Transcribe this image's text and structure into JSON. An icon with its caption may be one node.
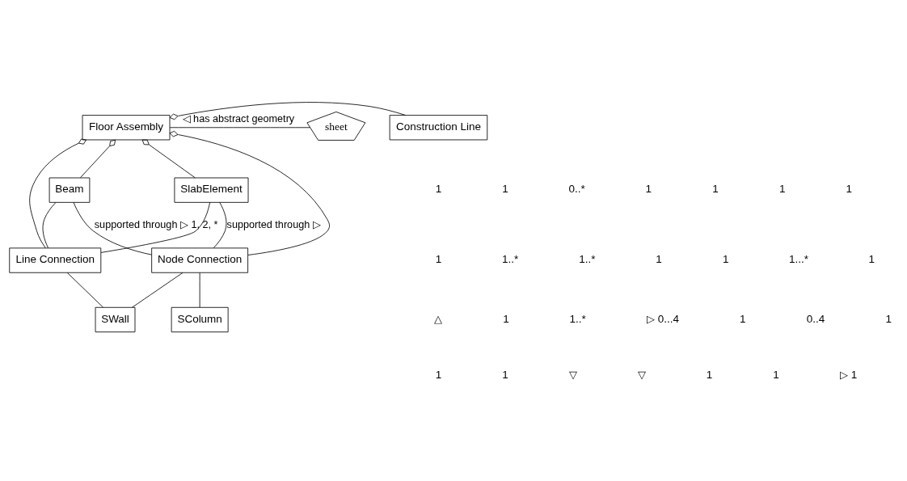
{
  "diagram": {
    "nodes": [
      {
        "text": [
          "Floor Assembly"
        ]
      },
      {
        "text": [
          "Construction Line"
        ]
      },
      {
        "text": [
          "sheet"
        ]
      },
      {
        "text": [
          "SlabElement"
        ]
      },
      {
        "text": [
          "Beam"
        ]
      },
      {
        "text": [
          "Line Connection"
        ]
      },
      {
        "text": [
          "Node Connection"
        ]
      },
      {
        "text": [
          "SWall"
        ]
      },
      {
        "text": [
          "SColumn"
        ]
      }
    ],
    "edges": [
      {
        "from": 0,
        "to": 2,
        "arrow": "none",
        "label": "◁ has abstract geometry"
      },
      {
        "from": 0,
        "to": 1,
        "arrow": "other"
      },
      {
        "from": 0,
        "to": 3,
        "arrow": "other"
      },
      {
        "from": 0,
        "to": 5,
        "arrow": "other"
      },
      {
        "from": 0,
        "to": 4,
        "arrow": "other"
      },
      {
        "from": 0,
        "to": 6,
        "arrow": "other"
      },
      {
        "from": 3,
        "to": 5,
        "arrow": "none"
      },
      {
        "from": 4,
        "to": 5,
        "arrow": "none"
      },
      {
        "from": 4,
        "to": 6,
        "arrow": "none",
        "label": "supported through ▷ 1, 2, *"
      },
      {
        "from": 6,
        "to": 7,
        "arrow": "none"
      },
      {
        "from": 6,
        "to": 8,
        "arrow": "none"
      },
      {
        "from": 5,
        "to": 7,
        "arrow": "none"
      },
      {
        "from": 3,
        "to": 6,
        "arrow": "none",
        "label": "supported through ▷"
      }
    ],
    "labels": [
      "1",
      "1",
      "0..*",
      "1",
      "1",
      "1",
      "1",
      "1",
      "1..*",
      "1..*",
      "1",
      "1",
      "1...*",
      "1",
      "△",
      "1",
      "1..*",
      "▷ 0...4",
      "1",
      "0..4",
      "1",
      "1",
      "1",
      "▽",
      "▽",
      "1",
      "1",
      "▷ 1"
    ]
  }
}
